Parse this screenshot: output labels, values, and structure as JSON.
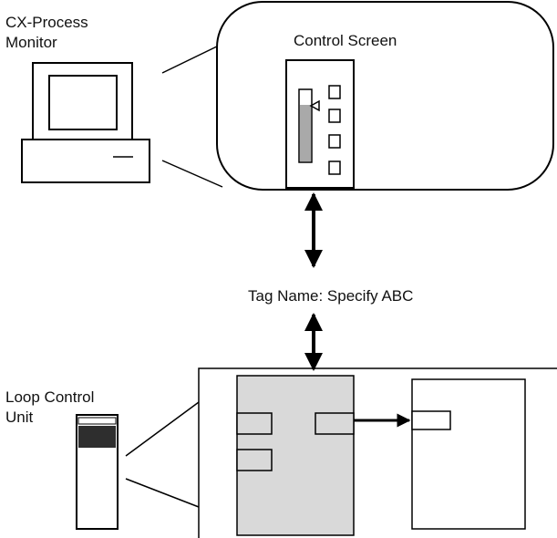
{
  "labels": {
    "monitor_line1": "CX-Process",
    "monitor_line2": "Monitor",
    "control_screen": "Control Screen",
    "tag_name": "Tag Name: Specify ABC",
    "loop_line1": "Loop Control",
    "loop_line2": "Unit"
  },
  "colors": {
    "stroke": "#000000",
    "block_fill": "#d9d9d9",
    "bar_fill": "#a9a9a9",
    "unit_top": "#2e2e2e",
    "background": "#ffffff"
  }
}
